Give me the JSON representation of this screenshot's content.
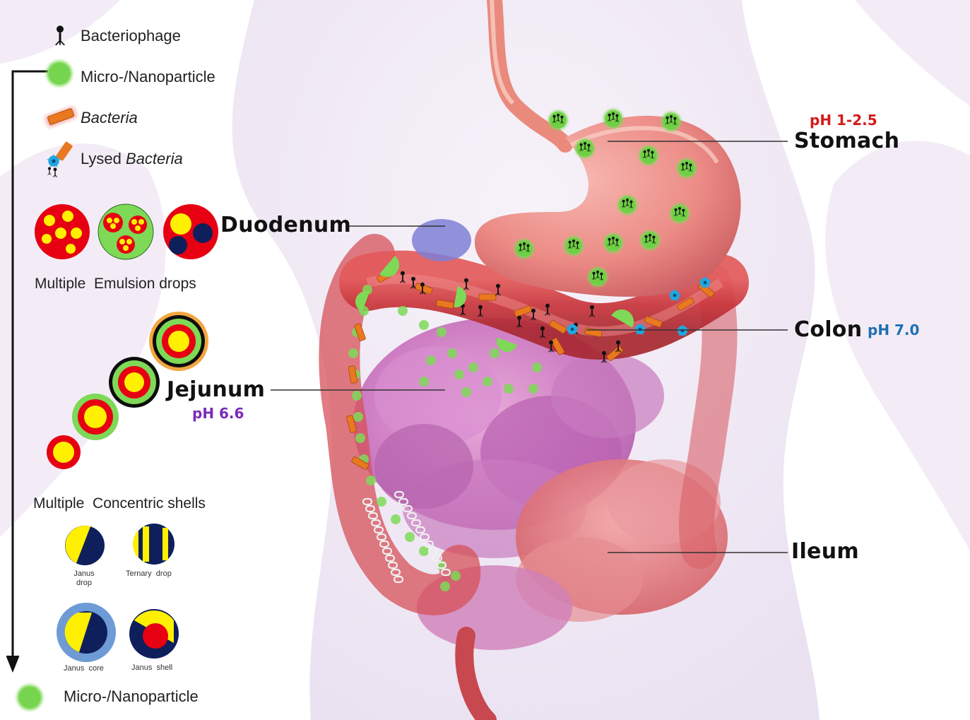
{
  "colors": {
    "red": "#e60012",
    "yellow": "#ffef00",
    "green": "#7ed957",
    "navy": "#0f1f5c",
    "bacteria_orange": "#e9781f",
    "lysed_blue": "#22a7e0",
    "ph_stomach": "#d41a1a",
    "ph_colon": "#1f6fb2",
    "ph_jejunum": "#7a2ab8"
  },
  "legend": {
    "items": [
      {
        "icon": "bacteriophage-icon",
        "text": "Bacteriophage"
      },
      {
        "icon": "nanoparticle-icon",
        "text": "Micro-/Nanoparticle"
      },
      {
        "icon": "bacteria-icon",
        "text": "Bacteria"
      },
      {
        "icon": "lysed-bacteria-icon",
        "text_plain": "Lysed ",
        "text_italic": "Bacteria"
      }
    ]
  },
  "captions": {
    "emulsion": "Multiple  Emulsion drops",
    "concentric": "Multiple  Concentric shells",
    "janus_drop": "Janus drop",
    "ternary_drop": "Ternary  drop",
    "janus_core": "Janus  core",
    "janus_shell": "Janus  shell",
    "bottom_particle": "Micro-/Nanoparticle"
  },
  "organs": {
    "stomach": {
      "name": "Stomach",
      "ph": "pH 1-2.5"
    },
    "duodenum": {
      "name": "Duodenum"
    },
    "colon": {
      "name": "Colon",
      "ph": "pH 7.0"
    },
    "jejunum": {
      "name": "Jejunum",
      "ph": "pH 6.6"
    },
    "ileum": {
      "name": "Ileum"
    }
  }
}
